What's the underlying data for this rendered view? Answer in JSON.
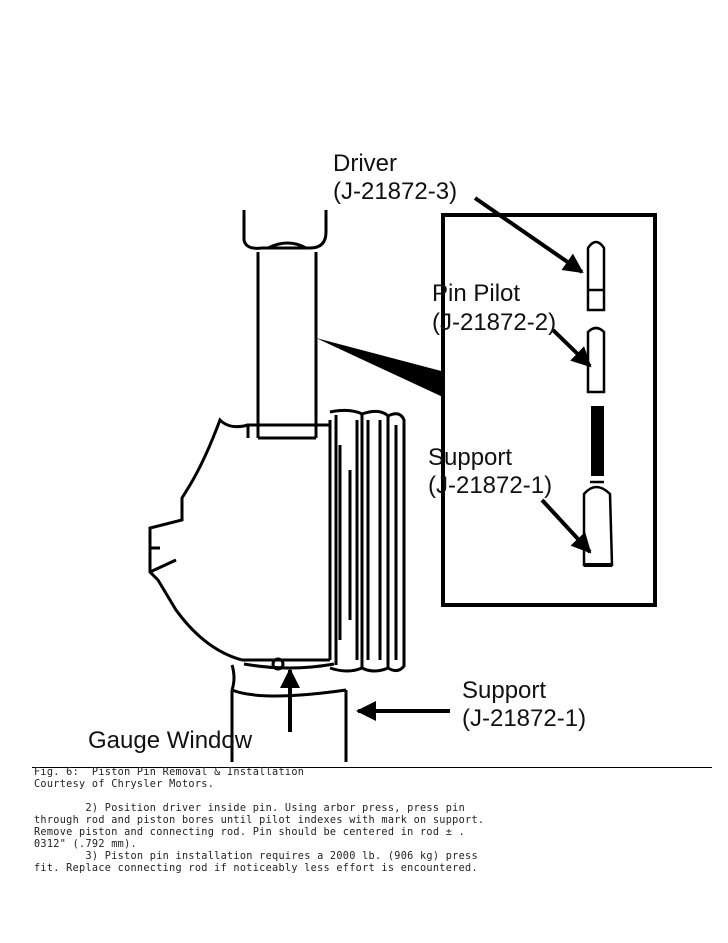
{
  "figure": {
    "driver_label": "Driver",
    "driver_part": "(J-21872-3)",
    "pilot_label": "Pin Pilot",
    "pilot_part": "(J-21872-2)",
    "support_inset_label": "Support",
    "support_inset_part": "(J-21872-1)",
    "support_label": "Support",
    "support_part": "(J-21872-1)",
    "gauge_label": "Gauge Window"
  },
  "caption": {
    "title": "Fig. 6:  Piston Pin Removal & Installation",
    "credit": "Courtesy of Chrysler Motors."
  },
  "body": {
    "step2_line1": "        2) Position driver inside pin. Using arbor press, press pin",
    "step2_line2": "through rod and piston bores until pilot indexes with mark on support.",
    "step2_line3": "Remove piston and connecting rod. Pin should be centered in rod ± .",
    "step2_line4": "0312\" (.792 mm).",
    "step3_line1": "        3) Piston pin installation requires a 2000 lb. (906 kg) press",
    "step3_line2": "fit. Replace connecting rod if noticeably less effort is encountered."
  }
}
